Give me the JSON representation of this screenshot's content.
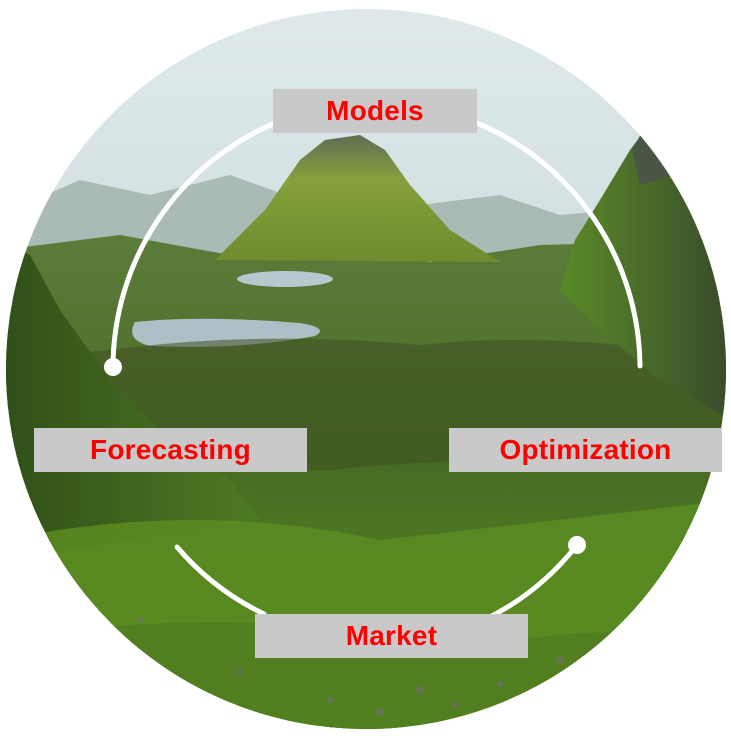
{
  "diagram": {
    "labels": {
      "models": "Models",
      "forecasting": "Forecasting",
      "optimization": "Optimization",
      "market": "Market"
    }
  },
  "colors": {
    "label_text": "#ff0000",
    "label_background": "#c9c9c9",
    "arc": "#ffffff",
    "sky": "#cfdde0",
    "mountain": "#5f7a35",
    "meadow": "#4f7f22",
    "lake": "#b7c7cd"
  },
  "icons": {
    "arc_endpoint": "circle-dot-icon"
  }
}
